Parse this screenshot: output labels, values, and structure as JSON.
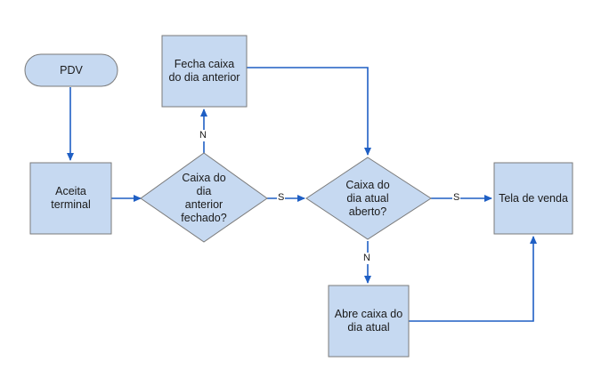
{
  "nodes": {
    "pdv": {
      "label": "PDV"
    },
    "aceita_terminal": {
      "label": "Aceita\nterminal"
    },
    "fecha_caixa": {
      "label": "Fecha caixa\ndo dia anterior"
    },
    "caixa_dia_anterior_fechado": {
      "label": "Caixa do\ndia\nanterior\nfechado?"
    },
    "caixa_dia_atual_aberto": {
      "label": "Caixa do\ndia atual\naberto?"
    },
    "tela_de_venda": {
      "label": "Tela de venda"
    },
    "abre_caixa": {
      "label": "Abre caixa do\ndia atual"
    }
  },
  "edges": {
    "anterior_no": {
      "label": "N"
    },
    "anterior_yes": {
      "label": "S"
    },
    "atual_yes": {
      "label": "S"
    },
    "atual_no": {
      "label": "N"
    }
  },
  "colors": {
    "fill": "#c6d9f1",
    "stroke": "#7a7a7a",
    "connector": "#1f5fc4"
  }
}
